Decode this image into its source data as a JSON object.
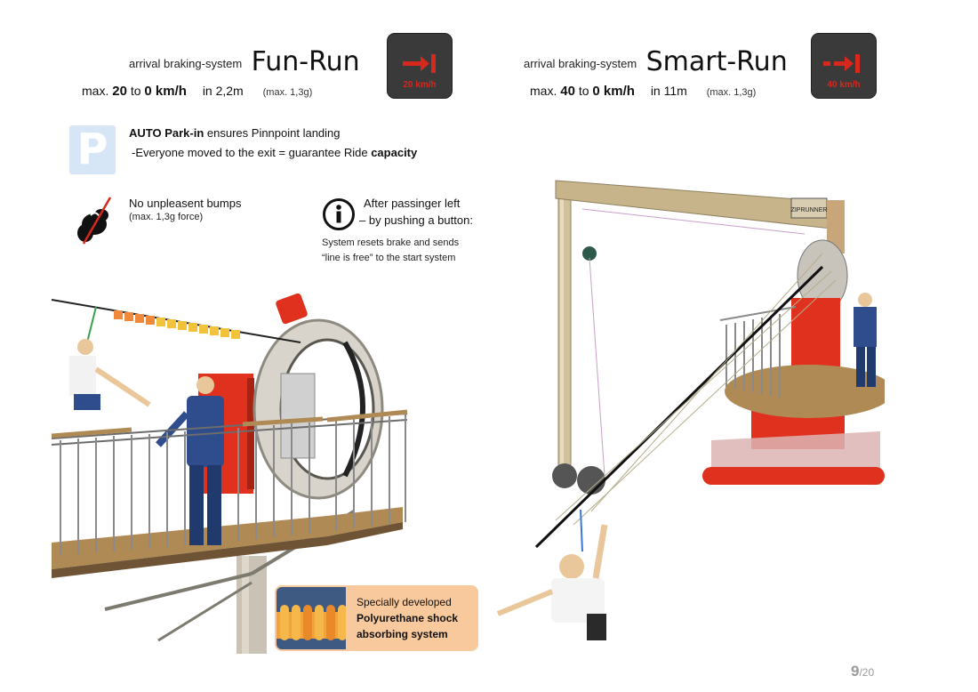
{
  "fun_run": {
    "label": "arrival braking-system",
    "title": "Fun-Run",
    "max": "max.",
    "from": "20",
    "to": "to",
    "target": "0 km/h",
    "dist": "in 2,2m",
    "g": "(max. 1,3g)",
    "sign_speed": "20 km/h"
  },
  "smart_run": {
    "label": "arrival braking-system",
    "title": "Smart-Run",
    "max": "max.",
    "from": "40",
    "to": "to",
    "target": "0 km/h",
    "dist": "in 11m",
    "g": "(max. 1,3g)",
    "sign_speed": "40 km/h"
  },
  "park": {
    "icon_letter": "P",
    "bold": "AUTO Park-in",
    "line1_rest": "ensures Pinnpoint landing",
    "line2_pre": "-Everyone moved to the exit = guarantee Ride",
    "line2_bold": "capacity"
  },
  "bumps": {
    "title": "No unpleasent bumps",
    "sub": "(max. 1,3g force)"
  },
  "info": {
    "icon_letter": "i",
    "line1": "After passinger left",
    "line2": "– by pushing a button:",
    "line3": "System resets brake and sends",
    "line4": "“line is free” to the start system"
  },
  "callout": {
    "line1": "Specially developed",
    "line2": "Polyurethane shock",
    "line3": "absorbing system"
  },
  "crane_sign": "ZIPRUNNER",
  "page": {
    "current": "9",
    "total": "/20"
  },
  "colors": {
    "sign_bg": "#3a3a3a",
    "arrow_red": "#d6281c",
    "park_blue": "#d7e6f6",
    "callout": "#f7c99c",
    "brake_red": "#e0301e"
  }
}
